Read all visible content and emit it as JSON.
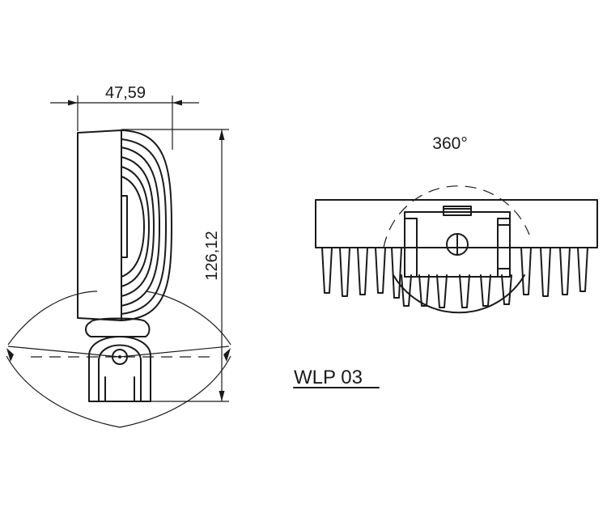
{
  "drawing": {
    "model": "WLP 03",
    "width_dimension": "47,59",
    "height_dimension": "126,12",
    "rotation_label": "360°"
  }
}
